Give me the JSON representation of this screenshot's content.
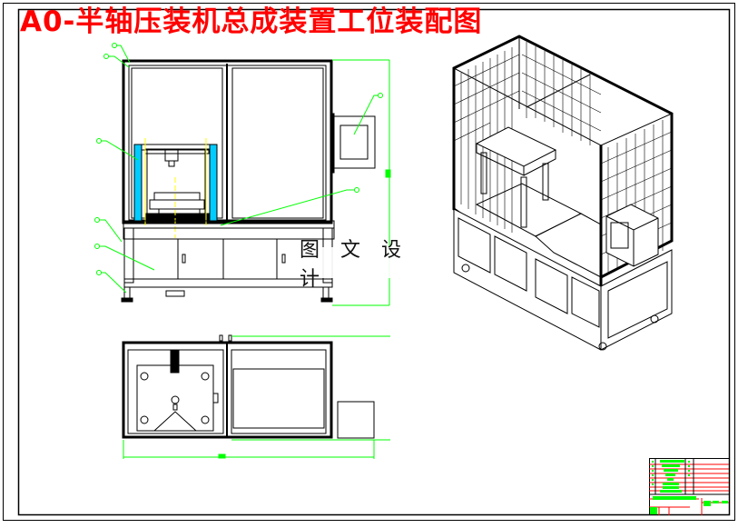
{
  "drawing": {
    "title": "A0-半轴压装机总成装置工位装配图",
    "watermark": "图 文 设 计",
    "colors": {
      "title": "#ff0000",
      "geometry": "#000000",
      "dimension": "#00ff00",
      "centerline": "#ffff00",
      "hatch": "#00ccff",
      "title_block": "#ff0000"
    },
    "views": [
      {
        "name": "front-view",
        "label": ""
      },
      {
        "name": "top-view",
        "label": ""
      },
      {
        "name": "isometric-view",
        "label": ""
      }
    ],
    "balloons_count": 9,
    "title_block": {
      "rows": 9
    }
  }
}
